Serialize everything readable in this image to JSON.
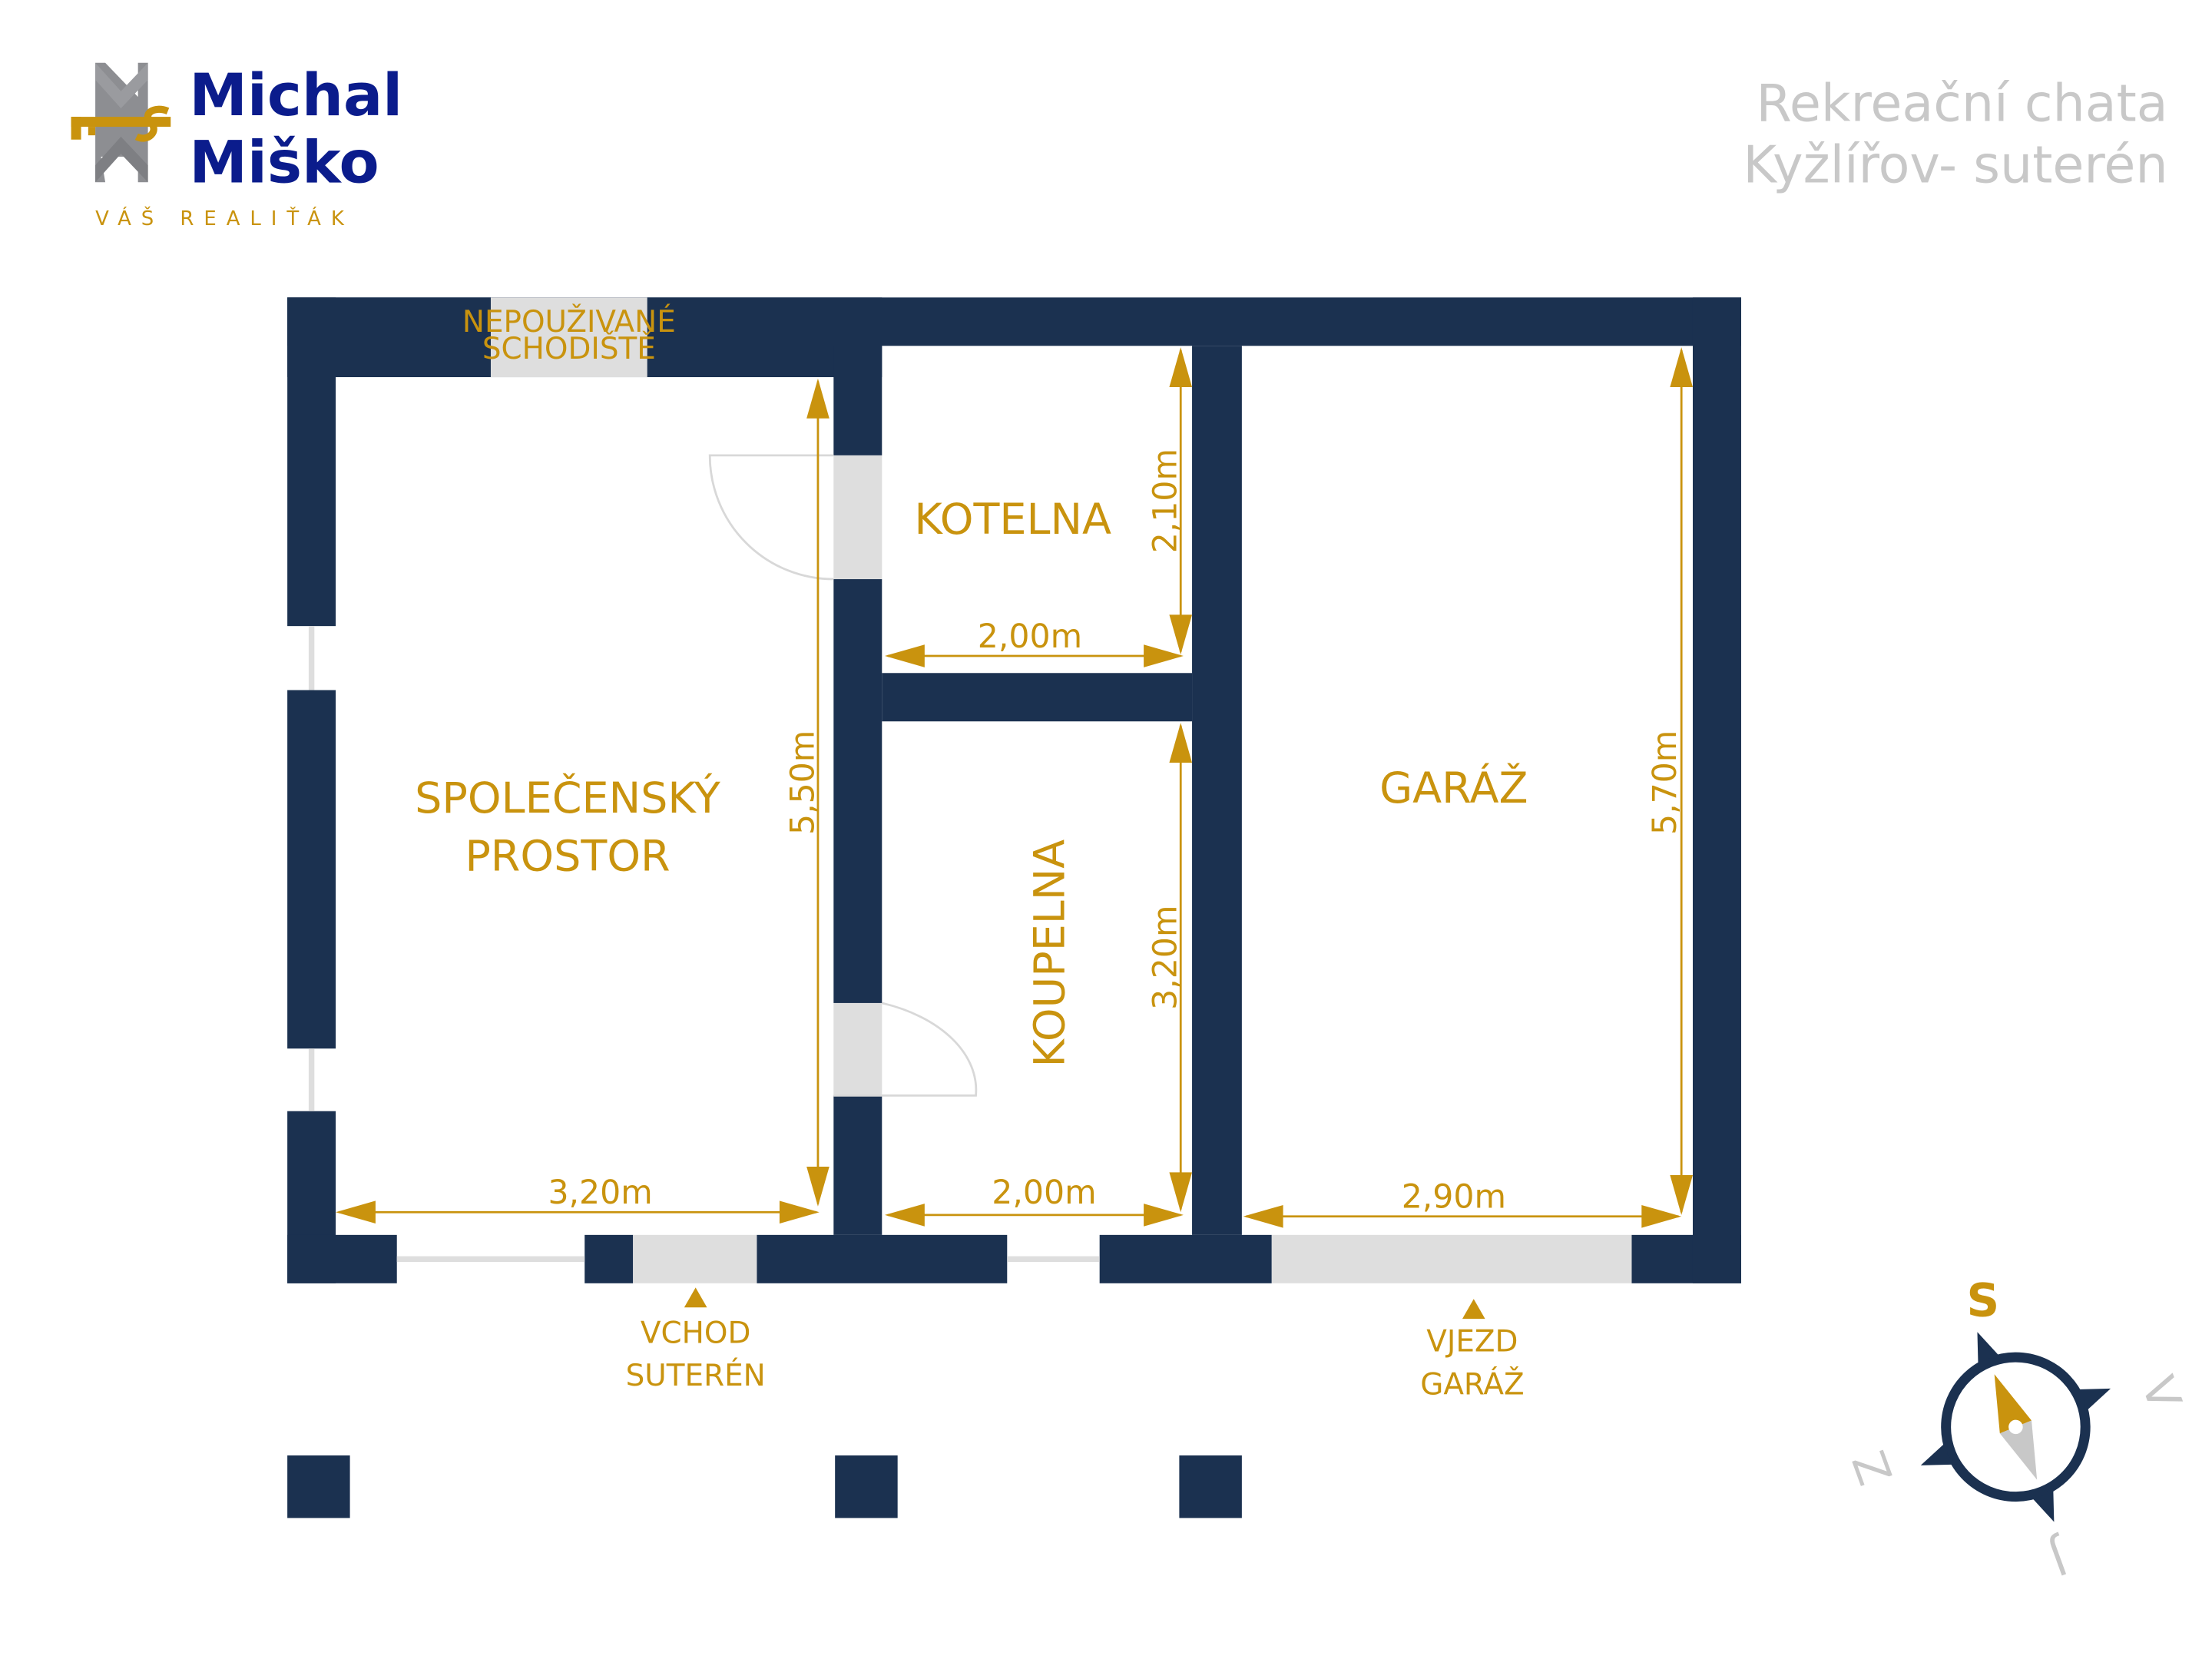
{
  "logo": {
    "line1": "Michal",
    "line2": "Miško",
    "tagline": "VÁŠ REALIŤÁK"
  },
  "title": {
    "line1": "Rekreační chata",
    "line2": "Kyžlířov- suterén"
  },
  "rooms": {
    "social": {
      "line1": "SPOLEČENSKÝ",
      "line2": "PROSTOR"
    },
    "boiler": "KOTELNA",
    "bathroom": "KOUPELNA",
    "garage": "GARÁŽ"
  },
  "stairs": {
    "line1": "NEPOUŽIVANÉ",
    "line2": "SCHODIŠTĚ"
  },
  "dimensions": {
    "social_width": "3,20m",
    "social_height": "5,50m",
    "boiler_width": "2,00m",
    "boiler_height": "2,10m",
    "bath_width": "2,00m",
    "bath_height": "3,20m",
    "garage_width": "2,90m",
    "garage_height": "5,70m"
  },
  "entrances": {
    "basement": {
      "line1": "VCHOD",
      "line2": "SUTERÉN"
    },
    "garage": {
      "line1": "VJEZD",
      "line2": "GARÁŽ"
    }
  },
  "compass": {
    "north": "S",
    "east": "V",
    "south": "J",
    "west": "Z"
  },
  "colors": {
    "wall": "#1b3150",
    "accent": "#c9930e",
    "brand": "#0a1a8a",
    "muted": "#c8c8c8"
  }
}
